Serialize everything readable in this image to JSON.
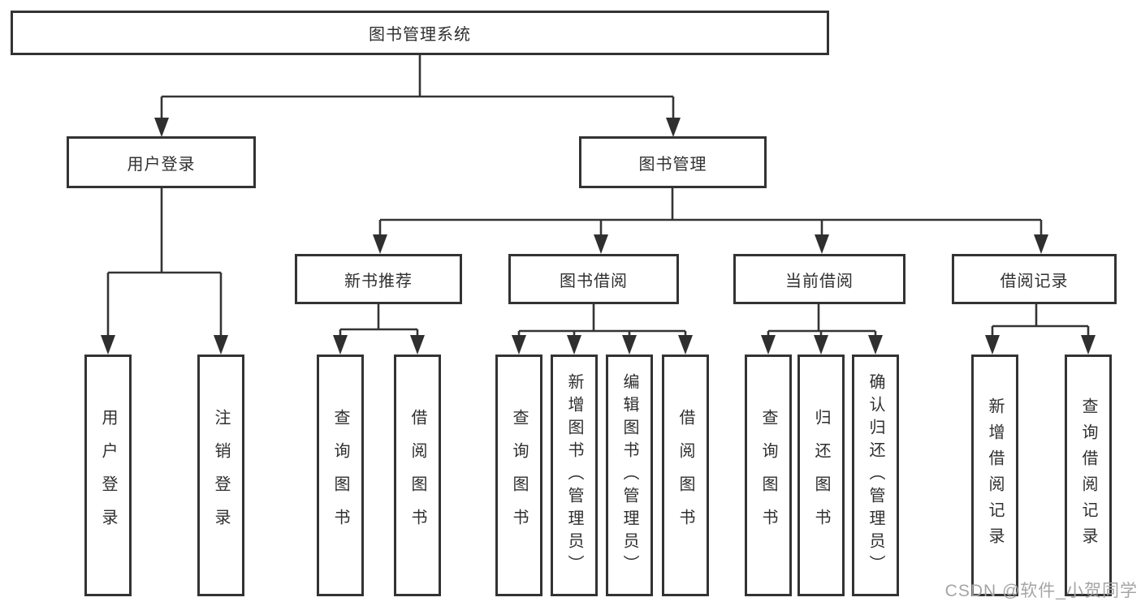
{
  "diagram": {
    "root": "图书管理系统",
    "branches": [
      {
        "label": "用户登录",
        "leaves": [
          "用户登录",
          "注销登录"
        ]
      },
      {
        "label": "图书管理",
        "groups": [
          {
            "label": "新书推荐",
            "leaves": [
              "查询图书",
              "借阅图书"
            ]
          },
          {
            "label": "图书借阅",
            "leaves": [
              "查询图书",
              "新增图书（管理员）",
              "编辑图书（管理员）",
              "借阅图书"
            ]
          },
          {
            "label": "当前借阅",
            "leaves": [
              "查询图书",
              "归还图书",
              "确认归还（管理员）"
            ]
          },
          {
            "label": "借阅记录",
            "leaves": [
              "新增借阅记录",
              "查询借阅记录"
            ]
          }
        ]
      }
    ]
  },
  "watermark": {
    "text": "CSDN @软件_小贺同学"
  },
  "colors": {
    "line": "#343434",
    "box_border": "#333333",
    "box_background": "#ffffff",
    "text": "#2f2f2f",
    "watermark": "#a5a5a7"
  }
}
